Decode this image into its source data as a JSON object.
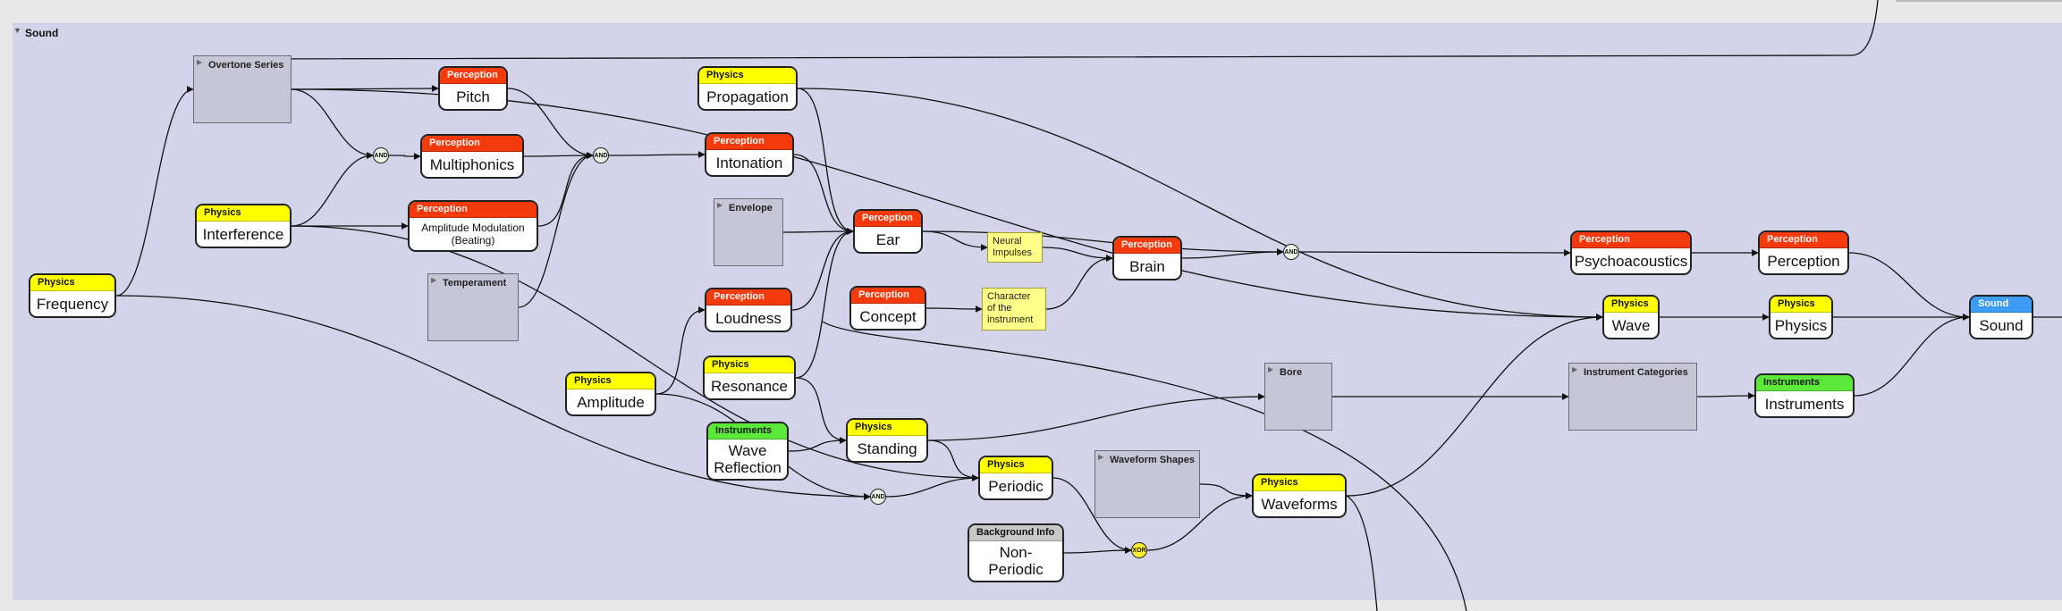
{
  "canvas": {
    "group_title": "Sound",
    "colors": {
      "background": "#e8e8e8",
      "group_fill": "#d3d3ea",
      "physics": "#ffff00",
      "perception": "#f23a0c",
      "instruments": "#5ce83a",
      "sound": "#3d9cf5",
      "background_info": "#c8c8c8",
      "note": "#ffff8a"
    }
  },
  "nodes": [
    {
      "id": "frequency",
      "category": "Physics",
      "cat_key": "physics",
      "label": "Frequency"
    },
    {
      "id": "interference",
      "category": "Physics",
      "cat_key": "physics",
      "label": "Interference"
    },
    {
      "id": "pitch",
      "category": "Perception",
      "cat_key": "perception",
      "label": "Pitch"
    },
    {
      "id": "multiphonics",
      "category": "Perception",
      "cat_key": "perception",
      "label": "Multiphonics"
    },
    {
      "id": "amplitude-modulation",
      "category": "Perception",
      "cat_key": "perception",
      "label": "Amplitude Modulation\n(Beating)"
    },
    {
      "id": "propagation",
      "category": "Physics",
      "cat_key": "physics",
      "label": "Propagation"
    },
    {
      "id": "intonation",
      "category": "Perception",
      "cat_key": "perception",
      "label": "Intonation"
    },
    {
      "id": "ear",
      "category": "Perception",
      "cat_key": "perception",
      "label": "Ear"
    },
    {
      "id": "brain",
      "category": "Perception",
      "cat_key": "perception",
      "label": "Brain"
    },
    {
      "id": "loudness",
      "category": "Perception",
      "cat_key": "perception",
      "label": "Loudness"
    },
    {
      "id": "concept",
      "category": "Perception",
      "cat_key": "perception",
      "label": "Concept"
    },
    {
      "id": "amplitude",
      "category": "Physics",
      "cat_key": "physics",
      "label": "Amplitude"
    },
    {
      "id": "resonance",
      "category": "Physics",
      "cat_key": "physics",
      "label": "Resonance"
    },
    {
      "id": "wave-reflection",
      "category": "Instruments",
      "cat_key": "instruments",
      "label": "Wave\nReflection"
    },
    {
      "id": "standing",
      "category": "Physics",
      "cat_key": "physics",
      "label": "Standing"
    },
    {
      "id": "periodic",
      "category": "Physics",
      "cat_key": "physics",
      "label": "Periodic"
    },
    {
      "id": "non-periodic",
      "category": "Background Info",
      "cat_key": "background_info",
      "label": "Non-\nPeriodic"
    },
    {
      "id": "waveforms",
      "category": "Physics",
      "cat_key": "physics",
      "label": "Waveforms"
    },
    {
      "id": "psychoacoustics",
      "category": "Perception",
      "cat_key": "perception",
      "label": "Psychoacoustics"
    },
    {
      "id": "perception",
      "category": "Perception",
      "cat_key": "perception",
      "label": "Perception"
    },
    {
      "id": "wave",
      "category": "Physics",
      "cat_key": "physics",
      "label": "Wave"
    },
    {
      "id": "physics",
      "category": "Physics",
      "cat_key": "physics",
      "label": "Physics"
    },
    {
      "id": "instruments",
      "category": "Instruments",
      "cat_key": "instruments",
      "label": "Instruments"
    },
    {
      "id": "sound",
      "category": "Sound",
      "cat_key": "sound",
      "label": "Sound"
    }
  ],
  "notes": [
    {
      "id": "neural-impulses",
      "text": "Neural\nImpulses"
    },
    {
      "id": "character-instrument",
      "text": "Character\nof the\ninstrument"
    }
  ],
  "groups": [
    {
      "id": "overtone-series",
      "title": "Overtone Series"
    },
    {
      "id": "temperament",
      "title": "Temperament"
    },
    {
      "id": "envelope",
      "title": "Envelope"
    },
    {
      "id": "bore",
      "title": "Bore"
    },
    {
      "id": "instrument-categories",
      "title": "Instrument Categories"
    },
    {
      "id": "waveform-shapes",
      "title": "Waveform Shapes"
    }
  ],
  "gates": [
    {
      "id": "and-1",
      "type": "AND"
    },
    {
      "id": "and-2",
      "type": "AND"
    },
    {
      "id": "and-3",
      "type": "AND"
    },
    {
      "id": "and-4",
      "type": "AND"
    },
    {
      "id": "xor-1",
      "type": "XOR"
    }
  ],
  "edges": [
    {
      "from": "frequency",
      "to": "overtone-series"
    },
    {
      "from": "frequency",
      "to": "and-3"
    },
    {
      "from": "overtone-series",
      "to": "pitch"
    },
    {
      "from": "overtone-series",
      "to": "and-1"
    },
    {
      "from": "overtone-series",
      "to": "wave"
    },
    {
      "from": "interference",
      "to": "and-1"
    },
    {
      "from": "interference",
      "to": "amplitude-modulation"
    },
    {
      "from": "interference",
      "to": "periodic"
    },
    {
      "from": "and-1",
      "to": "multiphonics"
    },
    {
      "from": "pitch",
      "to": "and-2"
    },
    {
      "from": "multiphonics",
      "to": "and-2"
    },
    {
      "from": "amplitude-modulation",
      "to": "and-2"
    },
    {
      "from": "temperament",
      "to": "and-2"
    },
    {
      "from": "and-2",
      "to": "intonation"
    },
    {
      "from": "propagation",
      "to": "ear"
    },
    {
      "from": "propagation",
      "to": "wave"
    },
    {
      "from": "intonation",
      "to": "ear"
    },
    {
      "from": "envelope",
      "to": "ear"
    },
    {
      "from": "loudness",
      "to": "ear"
    },
    {
      "from": "resonance",
      "to": "ear"
    },
    {
      "from": "ear",
      "to": "neural-impulses"
    },
    {
      "from": "neural-impulses",
      "to": "brain"
    },
    {
      "from": "ear",
      "to": "and-4"
    },
    {
      "from": "brain",
      "to": "and-4"
    },
    {
      "from": "and-4",
      "to": "psychoacoustics"
    },
    {
      "from": "psychoacoustics",
      "to": "perception"
    },
    {
      "from": "perception",
      "to": "sound"
    },
    {
      "from": "concept",
      "to": "character-instrument"
    },
    {
      "from": "character-instrument",
      "to": "brain"
    },
    {
      "from": "amplitude",
      "to": "loudness"
    },
    {
      "from": "amplitude",
      "to": "and-3"
    },
    {
      "from": "resonance",
      "to": "standing"
    },
    {
      "from": "wave-reflection",
      "to": "standing"
    },
    {
      "from": "standing",
      "to": "periodic"
    },
    {
      "from": "standing",
      "to": "bore"
    },
    {
      "from": "and-3",
      "to": "periodic"
    },
    {
      "from": "periodic",
      "to": "xor-1"
    },
    {
      "from": "non-periodic",
      "to": "xor-1"
    },
    {
      "from": "xor-1",
      "to": "waveforms"
    },
    {
      "from": "waveform-shapes",
      "to": "waveforms"
    },
    {
      "from": "waveforms",
      "to": "wave"
    },
    {
      "from": "wave",
      "to": "physics"
    },
    {
      "from": "physics",
      "to": "sound"
    },
    {
      "from": "bore",
      "to": "instrument-categories"
    },
    {
      "from": "instrument-categories",
      "to": "instruments"
    },
    {
      "from": "instruments",
      "to": "sound"
    }
  ]
}
